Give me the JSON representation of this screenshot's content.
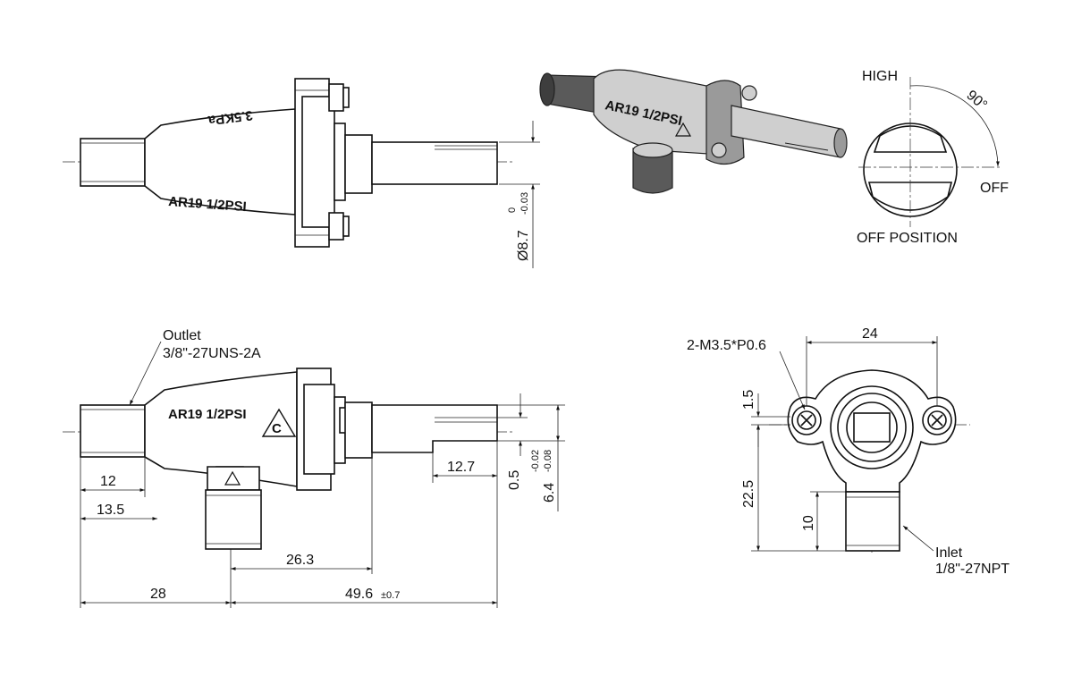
{
  "markings": {
    "model": "AR19 1/2PSI",
    "model_3d": "AR19 1/2PSI",
    "pressure": "3.5KPa",
    "cert_letter": "C"
  },
  "off_position": {
    "high": "HIGH",
    "off": "OFF",
    "angle": "90°",
    "caption": "OFF POSITION"
  },
  "top_view": {
    "shaft_diameter": "Ø8.7",
    "shaft_tol_upper": "0",
    "shaft_tol_lower": "-0.03"
  },
  "side_view": {
    "outlet_title": "Outlet",
    "outlet_thread": "3/8\"-27UNS-2A",
    "dim_12": "12",
    "dim_13_5": "13.5",
    "dim_26_3": "26.3",
    "dim_28": "28",
    "dim_49_6": "49.6",
    "dim_49_6_tol": "±0.7",
    "dim_12_7": "12.7",
    "dim_0_5": "0.5",
    "dim_6_4": "6.4",
    "dim_6_4_tol_upper": "-0.02",
    "dim_6_4_tol_lower": "-0.08"
  },
  "end_view": {
    "screw_spec": "2-M3.5*P0.6",
    "dim_24": "24",
    "dim_1_5": "1.5",
    "dim_22_5": "22.5",
    "dim_10": "10",
    "inlet_title": "Inlet",
    "inlet_thread": "1/8\"-27NPT"
  }
}
